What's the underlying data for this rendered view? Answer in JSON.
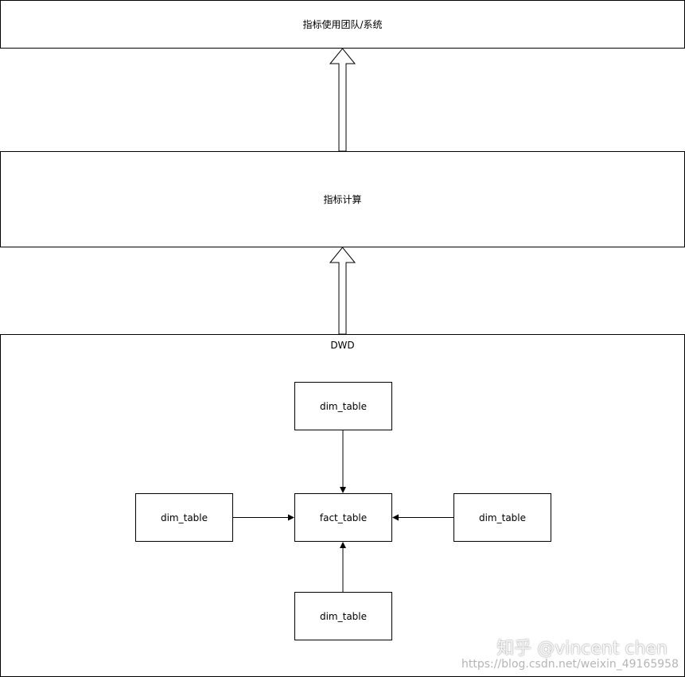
{
  "layers": {
    "top": {
      "label": "指标使用团队/系统"
    },
    "middle": {
      "label": "指标计算"
    },
    "dwd": {
      "label": "DWD"
    }
  },
  "tables": {
    "dim_top": "dim_table",
    "dim_left": "dim_table",
    "fact": "fact_table",
    "dim_right": "dim_table",
    "dim_bottom": "dim_table"
  },
  "watermark": {
    "brand": "知乎 @vincent chen",
    "url": "https://blog.csdn.net/weixin_49165958"
  },
  "colors": {
    "stroke": "#000000",
    "fill": "#ffffff"
  }
}
